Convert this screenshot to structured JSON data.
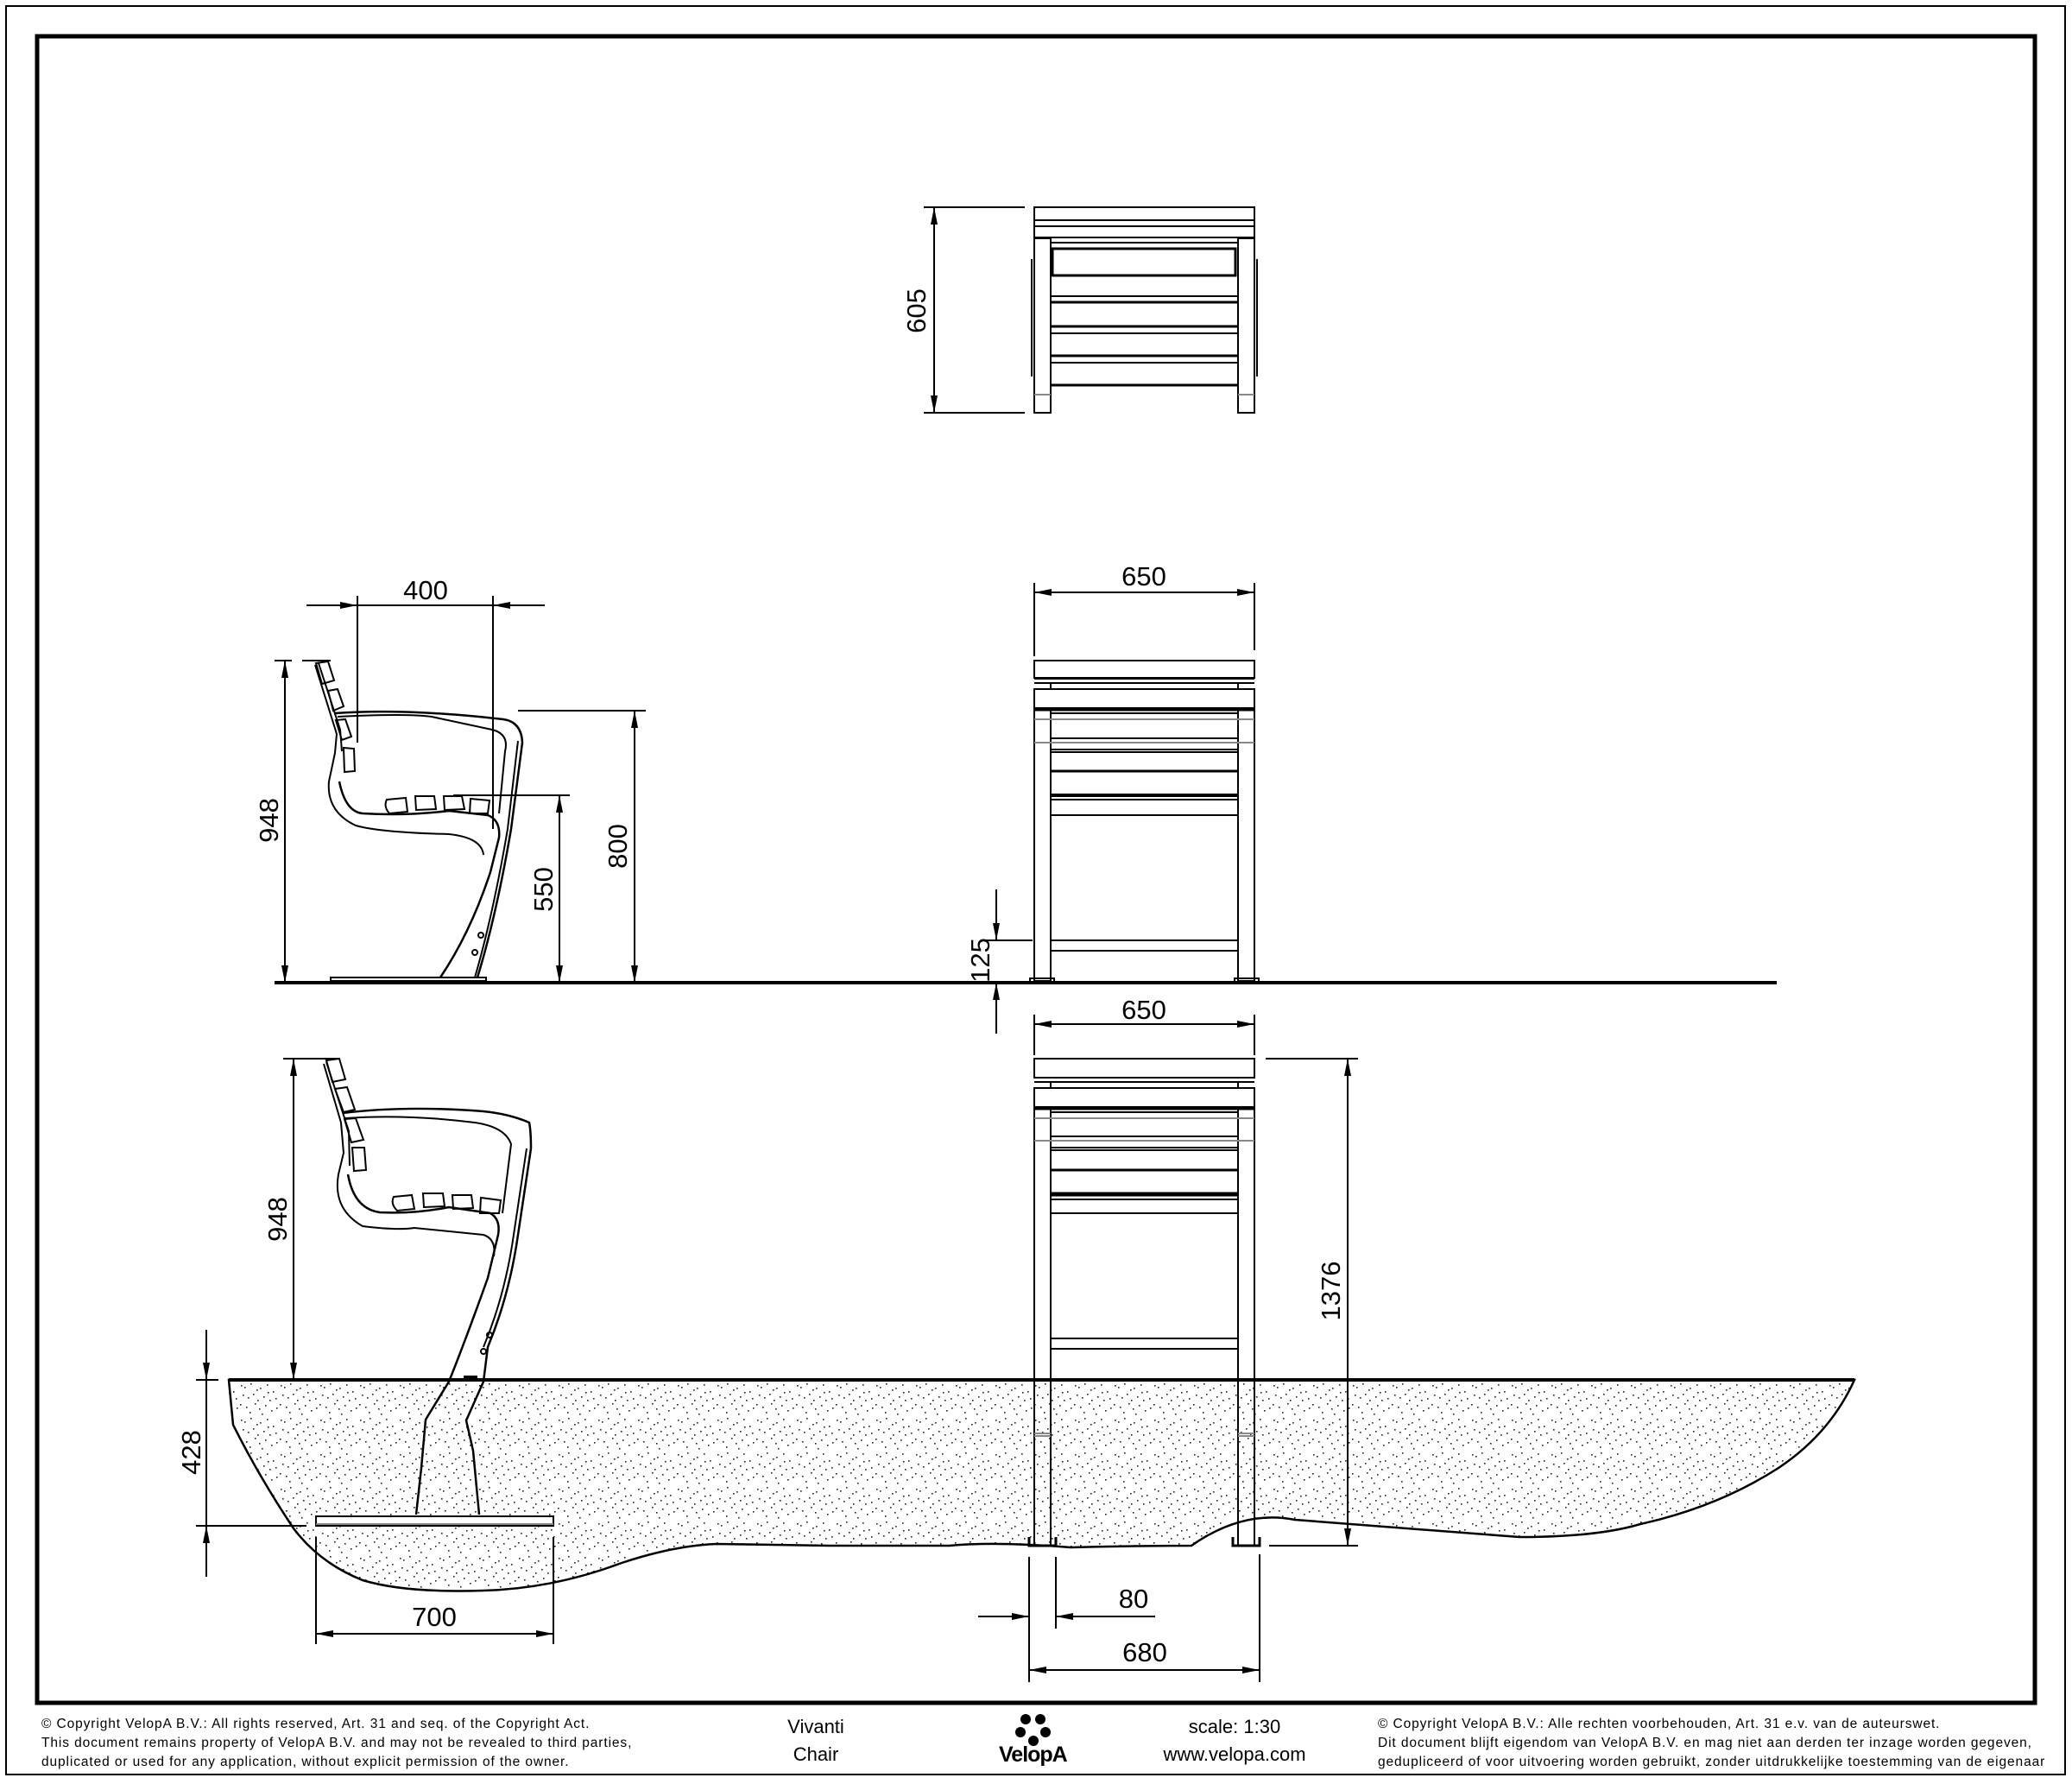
{
  "drawing": {
    "views": {
      "top_view": {
        "dimensions": {
          "depth": "605"
        }
      },
      "side_view_surface": {
        "dimensions": {
          "seat_depth": "400",
          "total_height": "948",
          "seat_height": "550",
          "armrest_height": "800"
        }
      },
      "front_view_surface": {
        "dimensions": {
          "width": "650",
          "ground_clearance": "125"
        }
      },
      "side_view_inground": {
        "dimensions": {
          "total_height": "948",
          "foundation_depth": "428",
          "base_plate_width": "700"
        }
      },
      "front_view_inground": {
        "dimensions": {
          "width": "650",
          "post_length": "1376",
          "post_width": "80",
          "post_spacing": "680"
        }
      }
    }
  },
  "footer": {
    "copyright_en": [
      "©  Copyright VelopA B.V.: All rights reserved, Art. 31 and seq. of the Copyright Act.",
      "This document remains property of VelopA B.V. and may not be revealed to third parties,",
      "duplicated or used for any application, without explicit permission of the owner."
    ],
    "product_name": "Vivanti",
    "product_type": "Chair",
    "logo_text": "VelopA",
    "scale": "scale: 1:30",
    "website": "www.velopa.com",
    "copyright_nl": [
      "©  Copyright VelopA B.V.: Alle rechten voorbehouden, Art. 31 e.v. van de auteurswet.",
      "Dit document blijft eigendom van VelopA B.V. en mag niet aan derden ter inzage worden gegeven,",
      "gedupliceerd of voor uitvoering worden gebruikt, zonder uitdrukkelijke toestemming van de eigenaar"
    ]
  },
  "colors": {
    "line": "#000000",
    "background": "#ffffff",
    "soil_dots": "#222222",
    "hidden_line": "#888888"
  }
}
